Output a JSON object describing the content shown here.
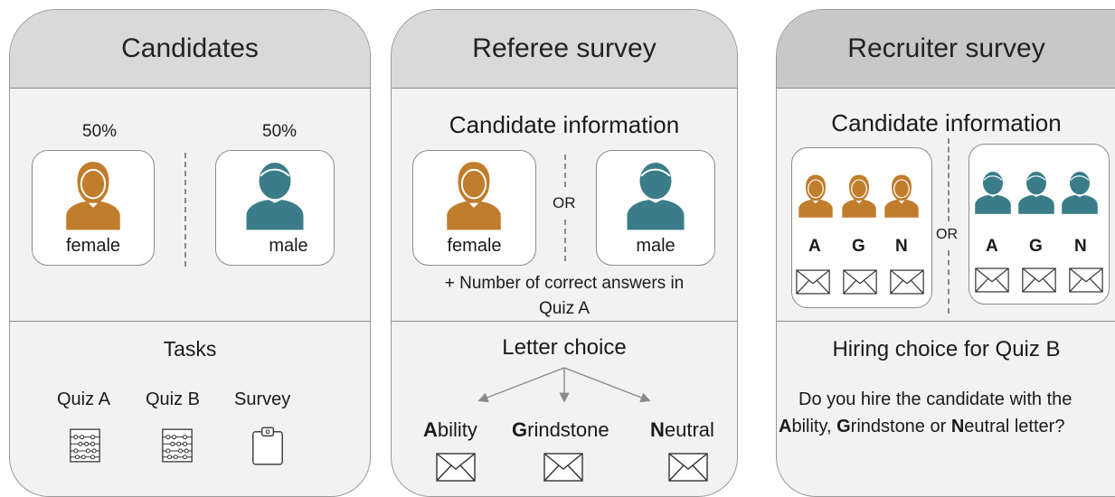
{
  "colors": {
    "female": "#c07d2c",
    "male": "#3a7d89"
  },
  "panel1": {
    "title": "Candidates",
    "pct_female": "50%",
    "pct_male": "50%",
    "female_label": "female",
    "male_label": "male",
    "tasks_title": "Tasks",
    "tasks": [
      "Quiz A",
      "Quiz B",
      "Survey"
    ]
  },
  "panel2": {
    "title": "Referee survey",
    "info_title": "Candidate information",
    "female_label": "female",
    "male_label": "male",
    "or_label": "OR",
    "extra_info_line1": "+ Number of correct answers in",
    "extra_info_line2": "Quiz A",
    "letter_title": "Letter choice",
    "letters": [
      {
        "initial": "A",
        "rest": "bility"
      },
      {
        "initial": "G",
        "rest": "rindstone"
      },
      {
        "initial": "N",
        "rest": "eutral"
      }
    ]
  },
  "panel3": {
    "title": "Recruiter survey",
    "info_title": "Candidate information",
    "or_label": "OR",
    "group_labels": [
      "A",
      "G",
      "N"
    ],
    "hiring_title": "Hiring choice for Quiz B",
    "question_line1": "Do you hire the candidate with the",
    "question_line2": {
      "a": "A",
      "a_rest": "bility, ",
      "g": "G",
      "g_rest": "rindstone or ",
      "n": "N",
      "n_rest": "eutral letter?"
    }
  }
}
